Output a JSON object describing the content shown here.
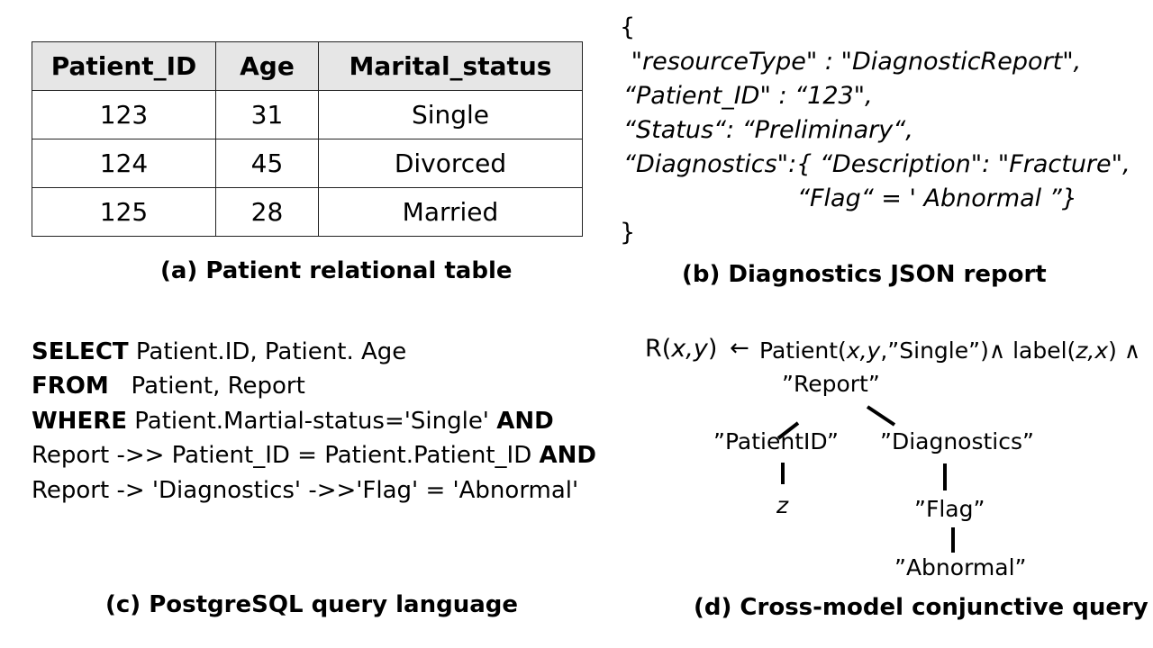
{
  "panel_a": {
    "headers": [
      "Patient_ID",
      "Age",
      "Marital_status"
    ],
    "rows": [
      [
        "123",
        "31",
        "Single"
      ],
      [
        "124",
        "45",
        "Divorced"
      ],
      [
        "125",
        "28",
        "Married"
      ]
    ],
    "caption": "(a) Patient relational table"
  },
  "panel_b": {
    "open_brace": "{",
    "lines": [
      " \"resourceType\" : \"DiagnosticReport\",",
      "“Patient_ID\" : “123\",",
      "“Status“: “Preliminary“,",
      "“Diagnostics\":{ “Description\": \"Fracture\",",
      "“Flag“ = ' Abnormal ”}"
    ],
    "close_brace": "}",
    "caption": "(b) Diagnostics JSON report"
  },
  "panel_c": {
    "kw_select": "SELECT",
    "select_rest": " Patient.ID, Patient. Age",
    "kw_from": "FROM",
    "from_rest": "   Patient, Report",
    "kw_where": "WHERE",
    "where_rest": " Patient.Martial-status='Single' ",
    "kw_and1": "AND",
    "line4_rest": "Report ->> Patient_ID = Patient.Patient_ID ",
    "kw_and2": "AND",
    "line5": "Report -> 'Diagnostics' ->>'Flag' = 'Abnormal'",
    "caption": "(c) PostgreSQL query language"
  },
  "panel_d": {
    "head_R": "R(",
    "head_xy": "x,y",
    "head_close": ")",
    "arrow": "←",
    "body_patient": "Patient(",
    "body_xy": "x,y",
    "body_single": ",”Single”)∧ label(",
    "body_zx": "z,x",
    "body_end": ") ∧",
    "node_report": "”Report”",
    "node_patientid": "”PatientID”",
    "node_diagnostics": "”Diagnostics”",
    "node_z": "z",
    "node_flag": "”Flag”",
    "node_abnormal": "”Abnormal”",
    "caption": "(d) Cross-model conjunctive query"
  }
}
